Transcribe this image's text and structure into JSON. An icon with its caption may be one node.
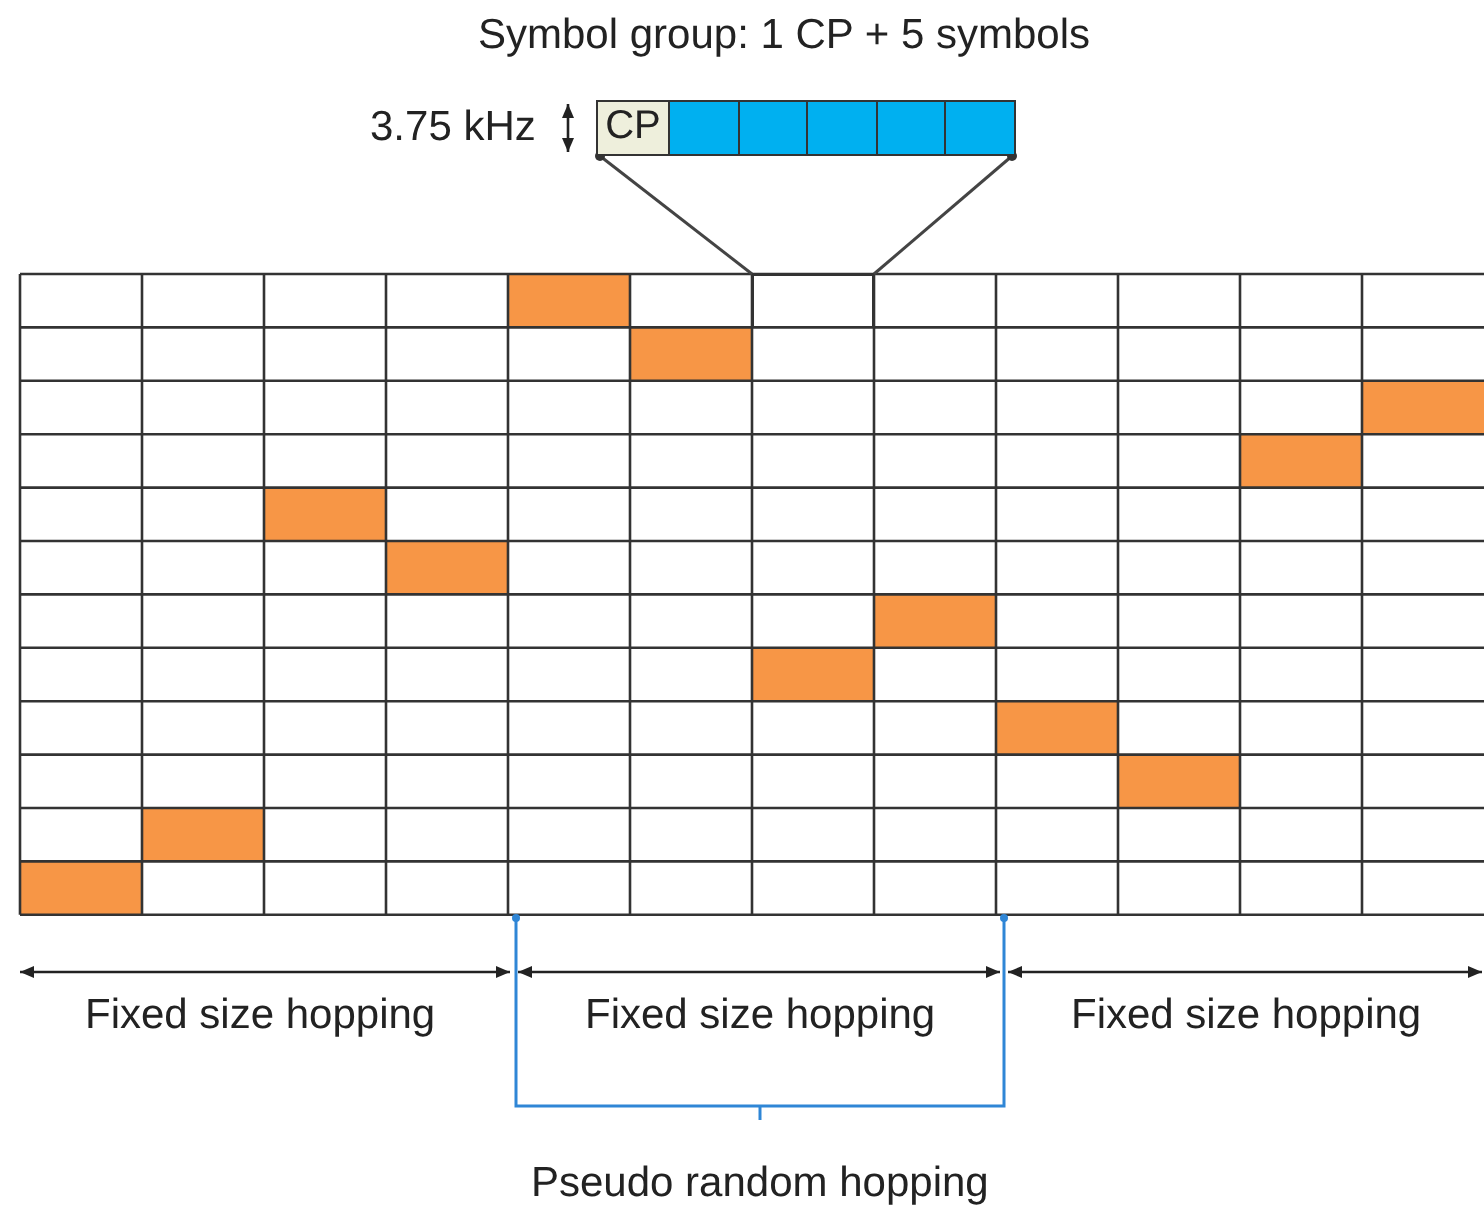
{
  "diagram": {
    "title": "Symbol group: 1 CP + 5 symbols",
    "nodes": [
      {
        "text": [
          "CP"
        ]
      },
      {
        "text": [],
        "shape": "box"
      }
    ],
    "edges": [
      {
        "from": 0,
        "to": 1,
        "arrow": "other"
      },
      {
        "from": 0,
        "to": 1,
        "arrow": "other"
      }
    ],
    "labels": [
      "3.75 kHz",
      "Fixed size hopping",
      "Fixed size hopping",
      "Fixed size hopping",
      "Pseudo random hopping"
    ]
  }
}
